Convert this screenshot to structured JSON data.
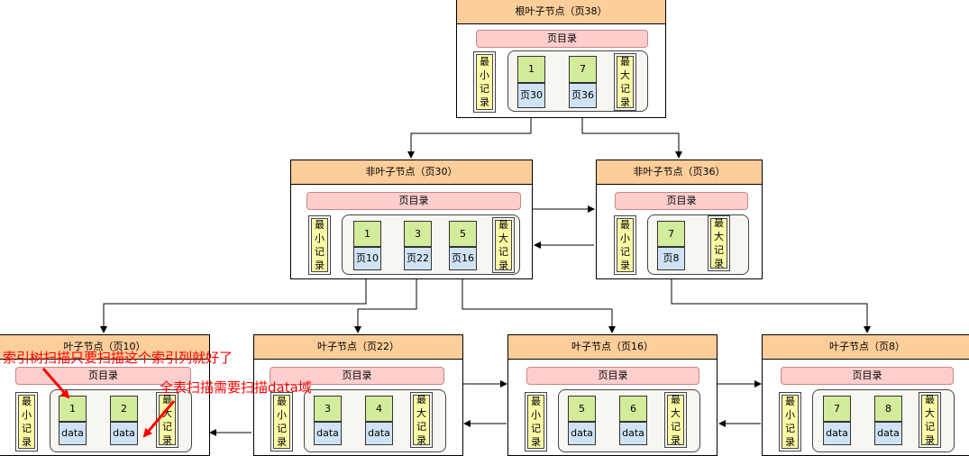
{
  "page_dir_label": "页目录",
  "min_record": [
    "最",
    "小",
    "记",
    "录"
  ],
  "max_record": [
    "最",
    "大",
    "记",
    "录"
  ],
  "root": {
    "title": "根叶子节点（页38）",
    "keys": [
      "1",
      "7"
    ],
    "pointers": [
      "页30",
      "页36"
    ]
  },
  "internal_30": {
    "title": "非叶子节点（页30）",
    "keys": [
      "1",
      "3",
      "5"
    ],
    "pointers": [
      "页10",
      "页22",
      "页16"
    ]
  },
  "internal_36": {
    "title": "非叶子节点（页36）",
    "keys": [
      "7"
    ],
    "pointers": [
      "页8"
    ]
  },
  "leaves": [
    {
      "title": "叶子节点（页10）",
      "keys": [
        "1",
        "2"
      ],
      "data": [
        "data",
        "data"
      ]
    },
    {
      "title": "叶子节点（页22）",
      "keys": [
        "3",
        "4"
      ],
      "data": [
        "data",
        "data"
      ]
    },
    {
      "title": "叶子节点（页16）",
      "keys": [
        "5",
        "6"
      ],
      "data": [
        "data",
        "data"
      ]
    },
    {
      "title": "叶子节点（页8）",
      "keys": [
        "7",
        "8"
      ],
      "data": [
        "data",
        "data"
      ]
    }
  ],
  "annotations": {
    "index_scan": "索引树扫描只要扫描这个索引列就好了",
    "full_scan": "全表扫描需要扫描data域"
  },
  "colors": {
    "header": "#fdcd9a",
    "page_dir": "#fecece",
    "key": "#d3ec9b",
    "pointer": "#cfe3f5",
    "min_max": "#fbfba6",
    "annotation": "#ff0000"
  }
}
